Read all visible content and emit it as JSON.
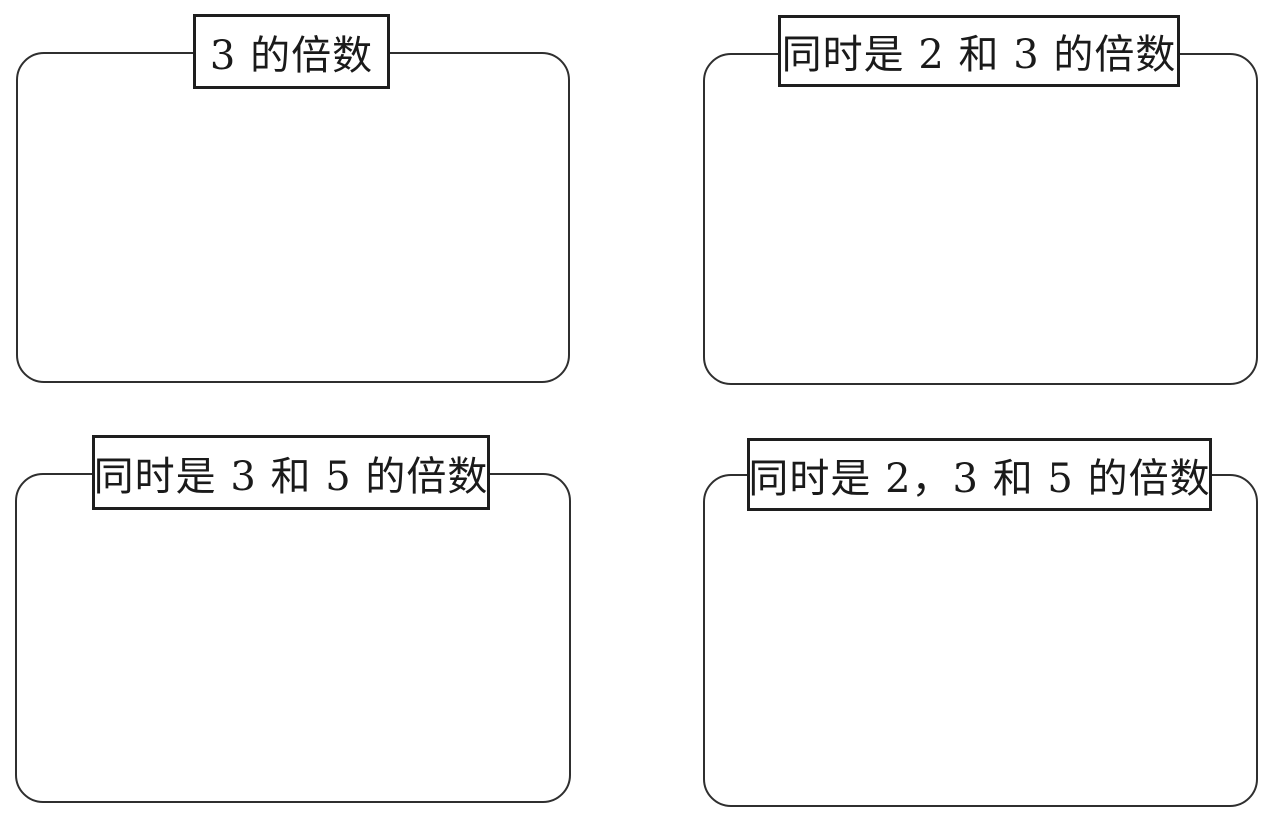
{
  "page": {
    "background_color": "#ffffff",
    "box_border_color": "#2f2f2f",
    "label_border_color": "#1e1e1e",
    "text_color": "#1a1a1a"
  },
  "boxes": [
    {
      "label": "3 的倍数"
    },
    {
      "label": "同时是 2 和 3 的倍数"
    },
    {
      "label": "同时是 3 和 5 的倍数"
    },
    {
      "label": "同时是 2，3 和 5 的倍数"
    }
  ]
}
